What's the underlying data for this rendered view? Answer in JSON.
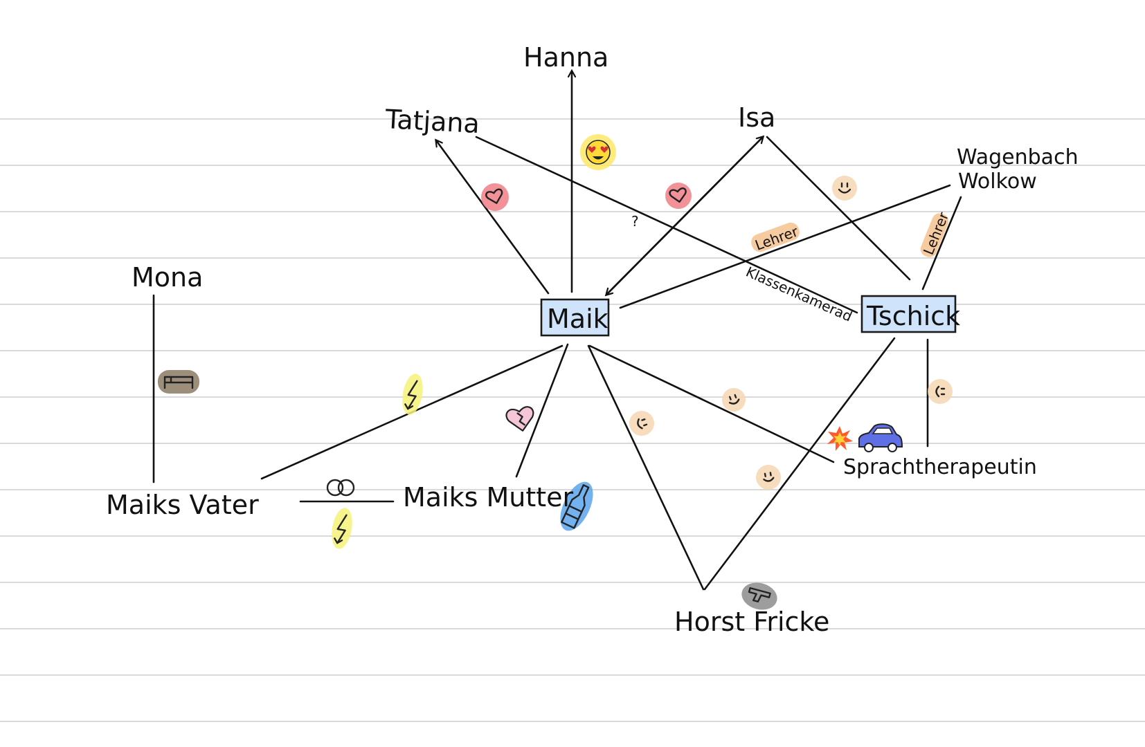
{
  "nodes": {
    "hanna": "Hanna",
    "tatjana": "Tatjana",
    "isa": "Isa",
    "wagenbach": "Wagenbach",
    "wolkow": "Wolkow",
    "mona": "Mona",
    "maik": "Maik",
    "tschick": "Tschick",
    "maiks_vater": "Maiks Vater",
    "maiks_mutter": "Maiks Mutter",
    "sprachtherapeutin": "Sprachtherapeutin",
    "horst_fricke": "Horst Fricke"
  },
  "edge_labels": {
    "lehrer_1": "Lehrer",
    "lehrer_2": "Lehrer",
    "klassenkamerad": "Klassenkamerad",
    "question": "?"
  },
  "colors": {
    "box_fill": "#cfe3fb",
    "box_stroke": "#1a1a1a",
    "heart_red": "#f07f86",
    "face_peach": "#f6d6b3",
    "lehrer_orange": "#f6c28f",
    "lightning_yellow": "#f6f27a",
    "heart_pink": "#f4c6d8",
    "bottle_blue": "#5aa3ec",
    "car_blue": "#5f6fe6",
    "explosion": "#ff5a2a",
    "bed_brown": "#8c7a65",
    "gun_gray": "#8c8c8c",
    "emoji_yellow": "#fde866"
  },
  "icons": [
    "heart-eyes-emoji-icon",
    "heart-icon",
    "smiley-icon",
    "lightning-icon",
    "wedding-rings-icon",
    "broken-heart-icon",
    "bottle-icon",
    "car-icon",
    "explosion-icon",
    "bed-icon",
    "gun-icon"
  ]
}
